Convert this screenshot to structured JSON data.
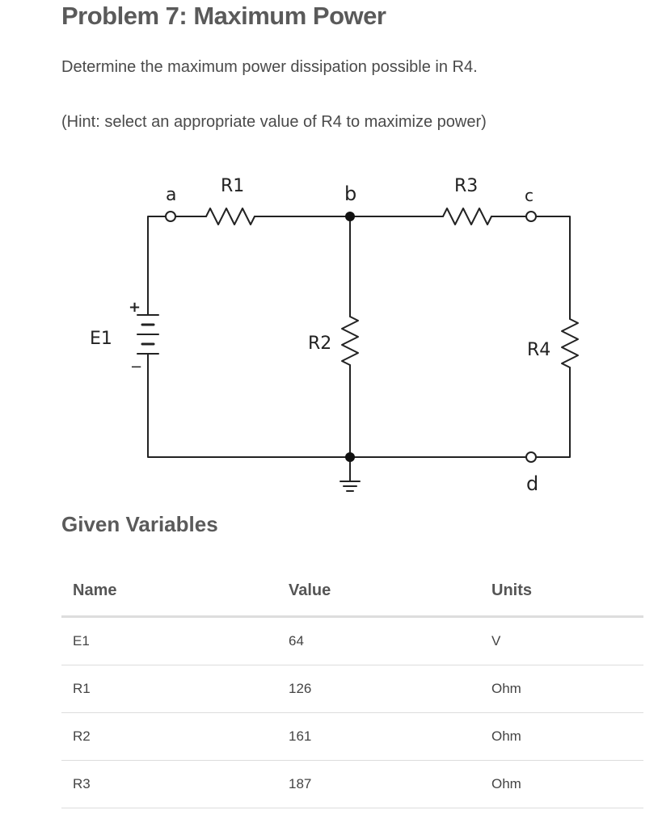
{
  "problem": {
    "title": "Problem 7: Maximum Power",
    "statement": "Determine the maximum power dissipation possible in R4.",
    "hint": "(Hint: select an appropriate value of R4 to maximize power)"
  },
  "circuit": {
    "labels": {
      "node_a": "a",
      "node_b": "b",
      "node_c": "c",
      "node_d": "d",
      "r1": "R1",
      "r2": "R2",
      "r3": "R3",
      "r4": "R4",
      "e1": "E1",
      "plus": "+",
      "minus": "−"
    }
  },
  "variables": {
    "section_title": "Given Variables",
    "headers": {
      "name": "Name",
      "value": "Value",
      "units": "Units"
    },
    "rows": [
      {
        "name": "E1",
        "value": "64",
        "units": "V"
      },
      {
        "name": "R1",
        "value": "126",
        "units": "Ohm"
      },
      {
        "name": "R2",
        "value": "161",
        "units": "Ohm"
      },
      {
        "name": "R3",
        "value": "187",
        "units": "Ohm"
      }
    ]
  }
}
